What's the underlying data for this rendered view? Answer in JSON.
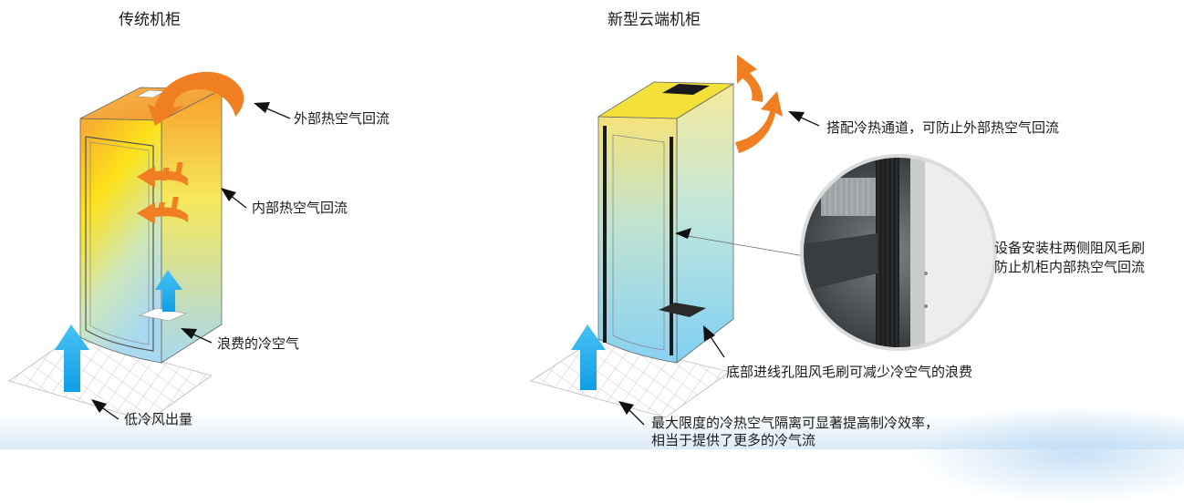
{
  "left_panel": {
    "title": "传统机柜",
    "labels": {
      "external_backflow": "外部热空气回流",
      "internal_backflow": "内部热空气回流",
      "wasted_cold_air": "浪费的冷空气",
      "low_cold_air_output": "低冷风出量"
    }
  },
  "right_panel": {
    "title": "新型云端机柜",
    "labels": {
      "hot_cold_aisle": "搭配冷热通道，可防止外部热空气回流",
      "brush_line1": "设备安装柱两侧阻风毛刷",
      "brush_line2": "防止机柜内部热空气回流",
      "bottom_brush": "底部进线孔阻风毛刷可减少冷空气的浪费",
      "isolation_line1": "最大限度的冷热空气隔离可显著提高制冷效率，",
      "isolation_line2": "相当于提供了更多的冷气流"
    }
  },
  "colors": {
    "hot_orange": "#f07e22",
    "cold_blue": "#1ea9ea",
    "cabinet_yellow": "#f3e13a",
    "pointer_black": "#111111"
  }
}
